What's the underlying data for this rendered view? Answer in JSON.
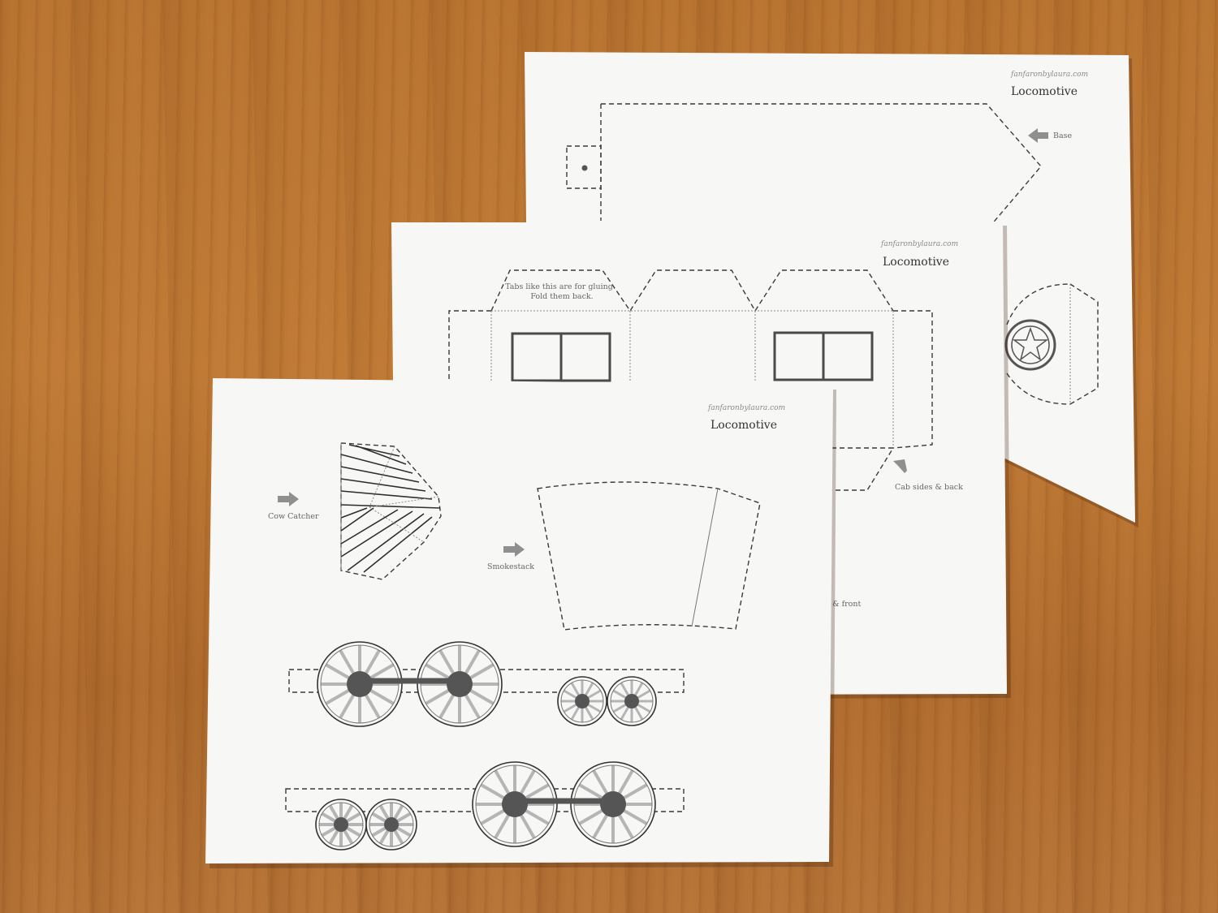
{
  "sheets": {
    "back": {
      "site": "fanfaronbylaura.com",
      "title": "Locomotive",
      "labels": {
        "base": "Base"
      }
    },
    "middle": {
      "site": "fanfaronbylaura.com",
      "title": "Locomotive",
      "labels": {
        "tabs_line1": "Tabs like this are for gluing.",
        "tabs_line2": "Fold them back.",
        "cab": "Cab sides & back",
        "partial": "p & front"
      }
    },
    "front": {
      "site": "fanfaronbylaura.com",
      "title": "Locomotive",
      "labels": {
        "cow_catcher": "Cow Catcher",
        "smokestack": "Smokestack"
      }
    }
  },
  "colors": {
    "table": "#b06a2e",
    "paper": "#f7f7f5",
    "line": "#3a3a3a",
    "wheel_dark": "#555555",
    "spoke": "#b5b5b5"
  }
}
